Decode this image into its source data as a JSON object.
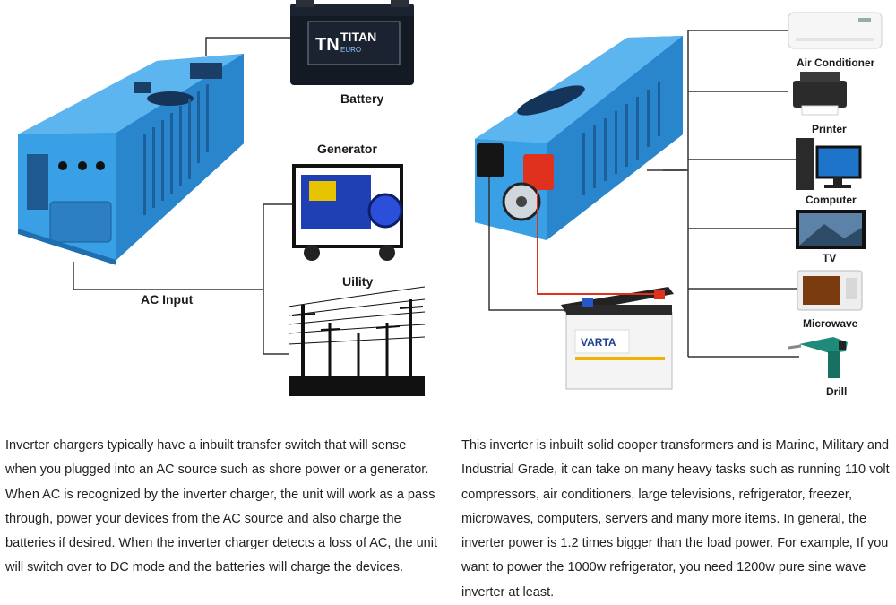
{
  "left_diagram": {
    "labels": {
      "battery": "Battery",
      "generator": "Generator",
      "utility": "Uility",
      "ac_input": "AC Input"
    },
    "battery_brand": {
      "logo": "TN",
      "brand": "TITAN",
      "sub": "EURO"
    }
  },
  "right_diagram": {
    "devices": [
      {
        "label": "Air Conditioner",
        "icon": "air-conditioner-icon"
      },
      {
        "label": "Printer",
        "icon": "printer-icon"
      },
      {
        "label": "Computer",
        "icon": "computer-icon"
      },
      {
        "label": "TV",
        "icon": "tv-icon"
      },
      {
        "label": "Microwave",
        "icon": "microwave-icon"
      },
      {
        "label": "Drill",
        "icon": "drill-icon"
      }
    ],
    "battery_brand": "VARTA"
  },
  "colors": {
    "inverter_blue": "#3a9ee0",
    "inverter_dark": "#1f6fb0",
    "connector_line": "#333333",
    "dc_red": "#e0301e"
  },
  "text": {
    "left": "Inverter chargers typically have a inbuilt transfer switch that will sense when you plugged into an AC source such as shore power or a generator. When AC is recognized by the inverter charger, the unit will work as a pass through, power your devices from the AC source and also charge the batteries if desired. When the inverter charger detects a loss of AC, the unit will switch over to DC mode and the batteries will charge the devices.",
    "right": "This inverter is inbuilt solid cooper transformers and is Marine, Military and Industrial Grade, it can take on many heavy tasks such as running 110 volt compressors, air conditioners, large televisions, refrigerator, freezer, microwaves, computers, servers and many more items. In general, the inverter power is 1.2 times bigger than the load power. For example, If you want to power the 1000w refrigerator, you need 1200w pure sine wave inverter at least."
  }
}
